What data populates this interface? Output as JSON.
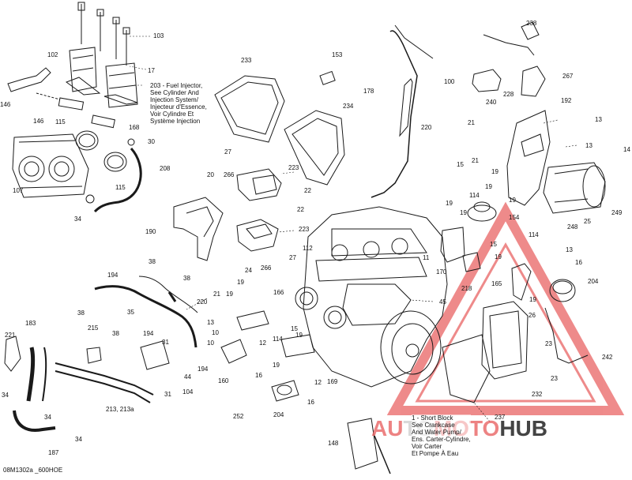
{
  "diagram": {
    "reference": "08M1302a _600HOE",
    "notes": {
      "injector": [
        "203 - Fuel Injector,",
        "See Cylinder And",
        "Injection System/",
        "Injecteur d'Essence,",
        "Voir Cylindre Et",
        "Système Injection"
      ],
      "short_block": [
        "1 - Short Block",
        "See Crankcase",
        "And Water Pump/",
        "Ens. Carter-Cylindre,",
        "Voir Carter",
        "Et Pompe À Eau"
      ]
    },
    "callouts": [
      {
        "id": "c-103",
        "text": "103"
      },
      {
        "id": "c-102",
        "text": "102"
      },
      {
        "id": "c-17",
        "text": "17"
      },
      {
        "id": "c-146a",
        "text": "146"
      },
      {
        "id": "c-146b",
        "text": "146"
      },
      {
        "id": "c-115a",
        "text": "115"
      },
      {
        "id": "c-168",
        "text": "168"
      },
      {
        "id": "c-30",
        "text": "30"
      },
      {
        "id": "c-208",
        "text": "208"
      },
      {
        "id": "c-115b",
        "text": "115"
      },
      {
        "id": "c-107",
        "text": "107"
      },
      {
        "id": "c-34a",
        "text": "34"
      },
      {
        "id": "c-233",
        "text": "233"
      },
      {
        "id": "c-153",
        "text": "153"
      },
      {
        "id": "c-178",
        "text": "178"
      },
      {
        "id": "c-234",
        "text": "234"
      },
      {
        "id": "c-220a",
        "text": "220"
      },
      {
        "id": "c-27a",
        "text": "27"
      },
      {
        "id": "c-20",
        "text": "20"
      },
      {
        "id": "c-266a",
        "text": "266"
      },
      {
        "id": "c-223a",
        "text": "223"
      },
      {
        "id": "c-22a",
        "text": "22"
      },
      {
        "id": "c-22b",
        "text": "22"
      },
      {
        "id": "c-223b",
        "text": "223"
      },
      {
        "id": "c-190",
        "text": "190"
      },
      {
        "id": "c-27b",
        "text": "27"
      },
      {
        "id": "c-266b",
        "text": "266"
      },
      {
        "id": "c-238",
        "text": "238"
      },
      {
        "id": "c-100",
        "text": "100"
      },
      {
        "id": "c-267",
        "text": "267"
      },
      {
        "id": "c-228",
        "text": "228"
      },
      {
        "id": "c-240",
        "text": "240"
      },
      {
        "id": "c-192",
        "text": "192"
      },
      {
        "id": "c-21a",
        "text": "21"
      },
      {
        "id": "c-13a",
        "text": "13"
      },
      {
        "id": "c-13b",
        "text": "13"
      },
      {
        "id": "c-21b",
        "text": "21"
      },
      {
        "id": "c-14",
        "text": "14"
      },
      {
        "id": "c-15a",
        "text": "15"
      },
      {
        "id": "c-114a",
        "text": "114"
      },
      {
        "id": "c-19a",
        "text": "19"
      },
      {
        "id": "c-19b",
        "text": "19"
      },
      {
        "id": "c-19c",
        "text": "19"
      },
      {
        "id": "c-19d",
        "text": "19"
      },
      {
        "id": "c-19e",
        "text": "19"
      },
      {
        "id": "c-249",
        "text": "249"
      },
      {
        "id": "c-154",
        "text": "154"
      },
      {
        "id": "c-248",
        "text": "248"
      },
      {
        "id": "c-25",
        "text": "25"
      },
      {
        "id": "c-112",
        "text": "112"
      },
      {
        "id": "c-11",
        "text": "11"
      },
      {
        "id": "c-170",
        "text": "170"
      },
      {
        "id": "c-15b",
        "text": "15"
      },
      {
        "id": "c-114b",
        "text": "114"
      },
      {
        "id": "c-19f",
        "text": "19"
      },
      {
        "id": "c-13c",
        "text": "13"
      },
      {
        "id": "c-16a",
        "text": "16"
      },
      {
        "id": "c-218",
        "text": "218"
      },
      {
        "id": "c-165",
        "text": "165"
      },
      {
        "id": "c-204a",
        "text": "204"
      },
      {
        "id": "c-19g",
        "text": "19"
      },
      {
        "id": "c-45",
        "text": "45"
      },
      {
        "id": "c-194a",
        "text": "194"
      },
      {
        "id": "c-38a",
        "text": "38"
      },
      {
        "id": "c-38b",
        "text": "38"
      },
      {
        "id": "c-220b",
        "text": "220"
      },
      {
        "id": "c-38c",
        "text": "38"
      },
      {
        "id": "c-35",
        "text": "35"
      },
      {
        "id": "c-38d",
        "text": "38"
      },
      {
        "id": "c-194b",
        "text": "194"
      },
      {
        "id": "c-24",
        "text": "24"
      },
      {
        "id": "c-19h",
        "text": "19"
      },
      {
        "id": "c-166",
        "text": "166"
      },
      {
        "id": "c-21c",
        "text": "21"
      },
      {
        "id": "c-19i",
        "text": "19"
      },
      {
        "id": "c-13d",
        "text": "13"
      },
      {
        "id": "c-10a",
        "text": "10"
      },
      {
        "id": "c-10b",
        "text": "10"
      },
      {
        "id": "c-15c",
        "text": "15"
      },
      {
        "id": "c-114c",
        "text": "114"
      },
      {
        "id": "c-12a",
        "text": "12"
      },
      {
        "id": "c-19j",
        "text": "19"
      },
      {
        "id": "c-19k",
        "text": "19"
      },
      {
        "id": "c-16b",
        "text": "16"
      },
      {
        "id": "c-12b",
        "text": "12"
      },
      {
        "id": "c-169",
        "text": "169"
      },
      {
        "id": "c-221",
        "text": "221"
      },
      {
        "id": "c-183",
        "text": "183"
      },
      {
        "id": "c-215",
        "text": "215"
      },
      {
        "id": "c-31a",
        "text": "31"
      },
      {
        "id": "c-44",
        "text": "44"
      },
      {
        "id": "c-104",
        "text": "104"
      },
      {
        "id": "c-31b",
        "text": "31"
      },
      {
        "id": "c-194c",
        "text": "194"
      },
      {
        "id": "c-160",
        "text": "160"
      },
      {
        "id": "c-16c",
        "text": "16"
      },
      {
        "id": "c-204b",
        "text": "204"
      },
      {
        "id": "c-252",
        "text": "252"
      },
      {
        "id": "c-34b",
        "text": "34"
      },
      {
        "id": "c-34c",
        "text": "34"
      },
      {
        "id": "c-34d",
        "text": "34"
      },
      {
        "id": "c-213",
        "text": "213, 213a"
      },
      {
        "id": "c-187",
        "text": "187"
      },
      {
        "id": "c-148",
        "text": "148"
      },
      {
        "id": "c-26",
        "text": "26"
      },
      {
        "id": "c-23a",
        "text": "23"
      },
      {
        "id": "c-23b",
        "text": "23"
      },
      {
        "id": "c-242",
        "text": "242"
      },
      {
        "id": "c-232",
        "text": "232"
      },
      {
        "id": "c-237",
        "text": "237"
      }
    ],
    "watermark": {
      "part1": "AU",
      "part2": "TO",
      "part3": "MOTO",
      "part4": "HUB"
    },
    "colors": {
      "line": "#1a1a1a",
      "watermark_red": "#e85a5a",
      "watermark_dark": "#444444",
      "watermark_light": "#d9d9d9"
    }
  }
}
